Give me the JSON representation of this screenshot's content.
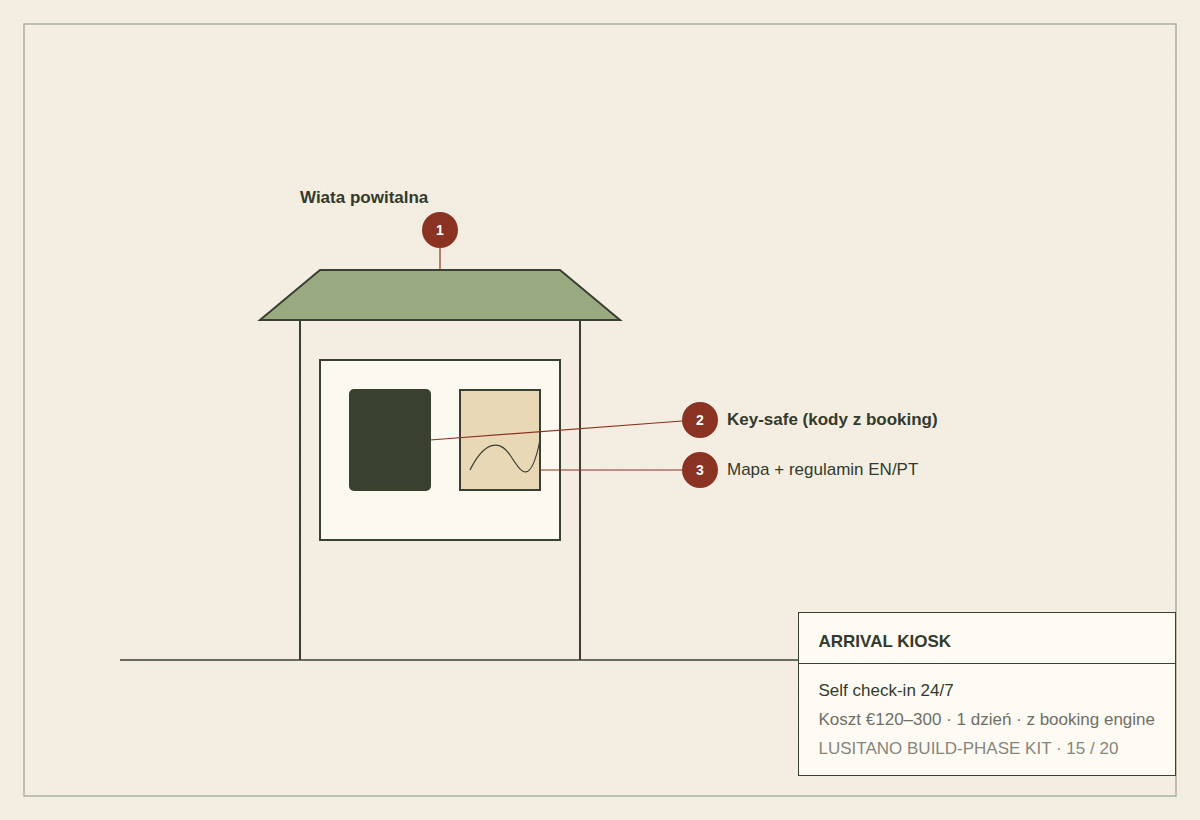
{
  "diagram": {
    "nodes": [
      {
        "text": [
          "ARRIVAL KIOSK",
          "Self check-in 24/7",
          "Koszt €120–300 · 1 dzień · z booking engine",
          "LUSITANO BUILD-PHASE KIT · 15 / 20"
        ]
      }
    ],
    "labels": [
      "1",
      "Wiata powitalna",
      "2",
      "Key-safe (kody z booking)",
      "3",
      "Mapa + regulamin EN/PT"
    ]
  }
}
